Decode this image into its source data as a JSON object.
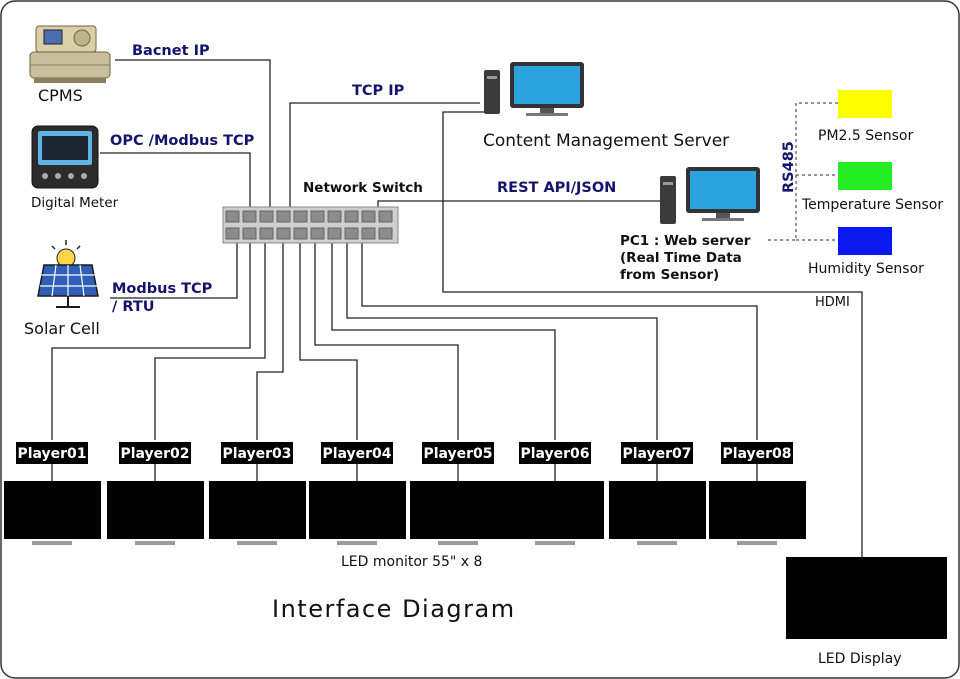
{
  "title": "Interface Diagram",
  "devices": {
    "cpms": "CPMS",
    "digital_meter": "Digital Meter",
    "solar_cell": "Solar Cell",
    "network_switch": "Network Switch",
    "cms": "Content Management Server",
    "pc1_line1": "PC1 : Web server",
    "pc1_line2": "(Real Time Data",
    "pc1_line3": "from Sensor)",
    "led_monitors": "LED monitor 55\" x 8",
    "led_display": "LED Display"
  },
  "protocols": {
    "bacnet": "Bacnet IP",
    "opc": "OPC /Modbus TCP",
    "modbus1": "Modbus TCP",
    "modbus2": "/ RTU",
    "tcp": "TCP IP",
    "rest": "REST API/JSON",
    "rs485": "RS485",
    "hdmi": "HDMI"
  },
  "sensors": [
    {
      "label": "PM2.5 Sensor",
      "color": "#ffff00"
    },
    {
      "label": "Temperature Sensor",
      "color": "#22ee22"
    },
    {
      "label": "Humidity Sensor",
      "color": "#0a1aee"
    }
  ],
  "players": [
    "Player01",
    "Player02",
    "Player03",
    "Player04",
    "Player05",
    "Player06",
    "Player07",
    "Player08"
  ]
}
